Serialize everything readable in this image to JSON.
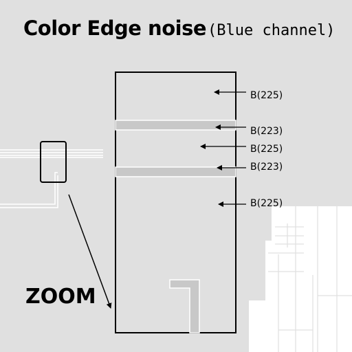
{
  "title": {
    "main": "Color Edge noise",
    "sub": "(Blue channel)"
  },
  "zoom_label": "ZOOM",
  "blue_labels": [
    {
      "text": "B(225)"
    },
    {
      "text": "B(223)"
    },
    {
      "text": "B(225)"
    },
    {
      "text": "B(223)"
    },
    {
      "text": "B(225)"
    }
  ],
  "colors": {
    "background": "#e0e0e0",
    "line": "#000000",
    "band_fill": "#c8c8c8",
    "white": "#ffffff"
  }
}
